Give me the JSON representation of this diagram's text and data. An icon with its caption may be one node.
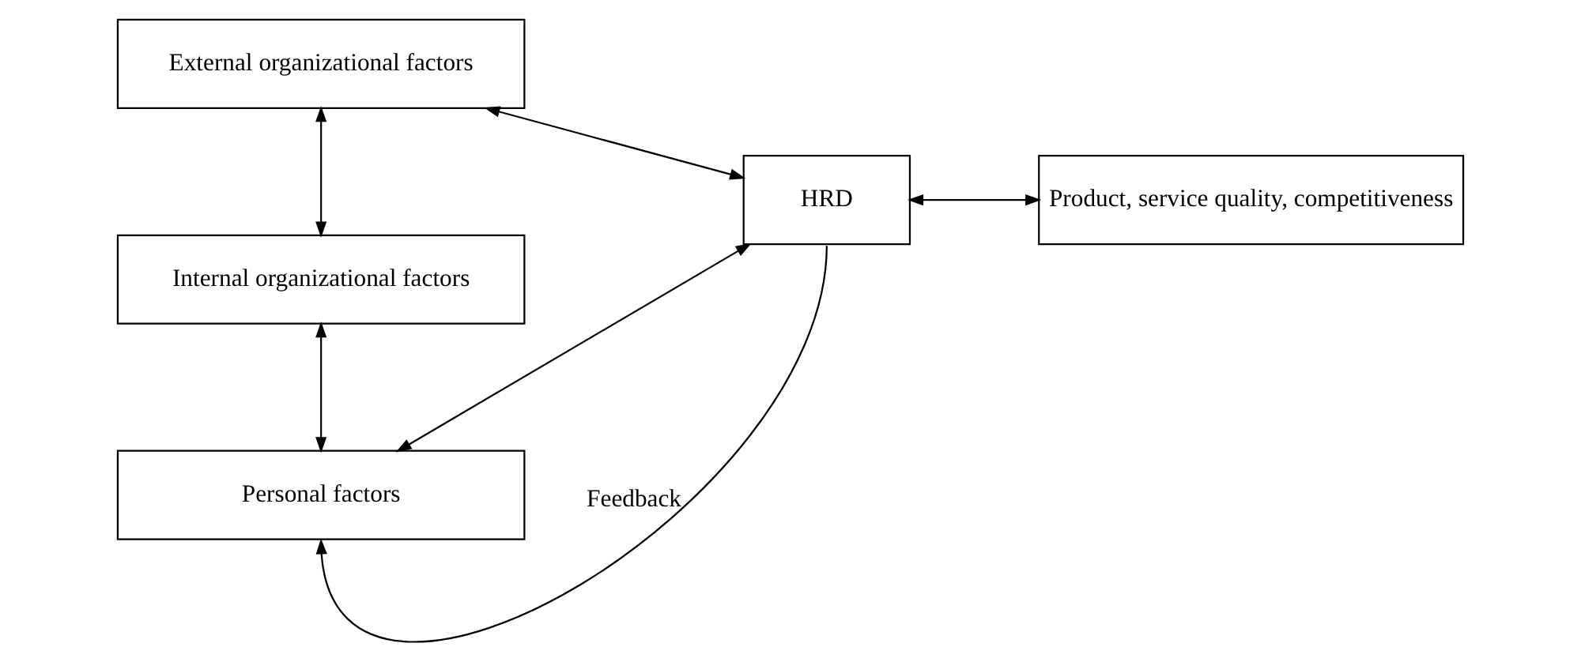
{
  "diagram": {
    "nodes": [
      {
        "text": [
          "External organizational factors"
        ]
      },
      {
        "text": [
          "Internal organizational factors"
        ]
      },
      {
        "text": [
          "Personal factors"
        ]
      },
      {
        "text": [
          "HRD"
        ]
      },
      {
        "text": [
          "Product, service quality, competitiveness"
        ]
      }
    ],
    "edges": [
      {
        "from": 0,
        "to": 1,
        "arrow": "both"
      },
      {
        "from": 1,
        "to": 2,
        "arrow": "both"
      },
      {
        "from": 0,
        "to": 3,
        "arrow": "both"
      },
      {
        "from": 2,
        "to": 3,
        "arrow": "both"
      },
      {
        "from": 3,
        "to": 4,
        "arrow": "both"
      },
      {
        "from": 3,
        "to": 2,
        "arrow": "to",
        "label": "Feedback"
      }
    ]
  }
}
